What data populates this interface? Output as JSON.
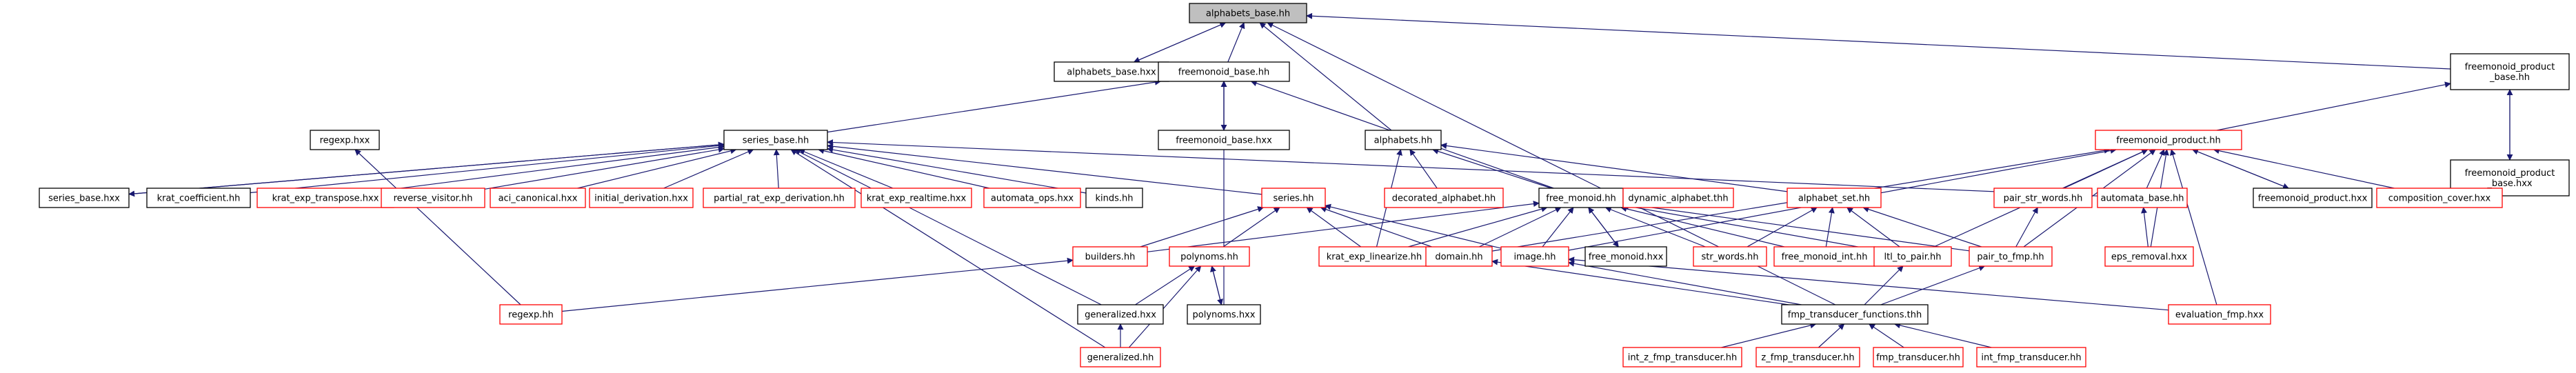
{
  "colors": {
    "background": "#ffffff",
    "edge": "#191970",
    "border_normal": "#000000",
    "border_red": "#ff0000",
    "root_fill": "#bfbfbf"
  },
  "nodes": [
    {
      "id": "alphabets_base_hh",
      "label": "alphabets_base.hh",
      "style": "root"
    },
    {
      "id": "alphabets_base_hxx",
      "label": "alphabets_base.hxx",
      "style": "normal"
    },
    {
      "id": "freemonoid_base_hh",
      "label": "freemonoid_base.hh",
      "style": "normal"
    },
    {
      "id": "freemonoid_product_base_hh",
      "label": "freemonoid_product\n_base.hh",
      "style": "normal"
    },
    {
      "id": "freemonoid_product_base_hxx",
      "label": "freemonoid_product\n_base.hxx",
      "style": "normal"
    },
    {
      "id": "regexp_hxx",
      "label": "regexp.hxx",
      "style": "normal"
    },
    {
      "id": "series_base_hh",
      "label": "series_base.hh",
      "style": "normal"
    },
    {
      "id": "freemonoid_base_hxx",
      "label": "freemonoid_base.hxx",
      "style": "normal"
    },
    {
      "id": "alphabets_hh",
      "label": "alphabets.hh",
      "style": "normal"
    },
    {
      "id": "freemonoid_product_hh",
      "label": "freemonoid_product.hh",
      "style": "red"
    },
    {
      "id": "series_base_hxx",
      "label": "series_base.hxx",
      "style": "normal"
    },
    {
      "id": "krat_coefficient_hh",
      "label": "krat_coefficient.hh",
      "style": "normal"
    },
    {
      "id": "krat_exp_transpose_hxx",
      "label": "krat_exp_transpose.hxx",
      "style": "red"
    },
    {
      "id": "reverse_visitor_hh",
      "label": "reverse_visitor.hh",
      "style": "red"
    },
    {
      "id": "aci_canonical_hxx",
      "label": "aci_canonical.hxx",
      "style": "red"
    },
    {
      "id": "initial_derivation_hxx",
      "label": "initial_derivation.hxx",
      "style": "red"
    },
    {
      "id": "partial_rat_exp_derivation_hh",
      "label": "partial_rat_exp_derivation.hh",
      "style": "red"
    },
    {
      "id": "krat_exp_realtime_hxx",
      "label": "krat_exp_realtime.hxx",
      "style": "red"
    },
    {
      "id": "automata_ops_hxx",
      "label": "automata_ops.hxx",
      "style": "red"
    },
    {
      "id": "kinds_hh",
      "label": "kinds.hh",
      "style": "normal"
    },
    {
      "id": "series_hh",
      "label": "series.hh",
      "style": "red"
    },
    {
      "id": "decorated_alphabet_hh",
      "label": "decorated_alphabet.hh",
      "style": "red"
    },
    {
      "id": "free_monoid_hh",
      "label": "free_monoid.hh",
      "style": "normal"
    },
    {
      "id": "dynamic_alphabet_hh",
      "label": "dynamic_alphabet.thh",
      "style": "red"
    },
    {
      "id": "alphabet_set_hh",
      "label": "alphabet_set.hh",
      "style": "red"
    },
    {
      "id": "pair_str_words_hh",
      "label": "pair_str_words.hh",
      "style": "red"
    },
    {
      "id": "automata_base_hh",
      "label": "automata_base.hh",
      "style": "red"
    },
    {
      "id": "freemonoid_product_hxx",
      "label": "freemonoid_product.hxx",
      "style": "normal"
    },
    {
      "id": "composition_cover_hxx",
      "label": "composition_cover.hxx",
      "style": "red"
    },
    {
      "id": "builders_hh",
      "label": "builders.hh",
      "style": "red"
    },
    {
      "id": "polynoms_hh",
      "label": "polynoms.hh",
      "style": "red"
    },
    {
      "id": "krat_exp_linearize_hh",
      "label": "krat_exp_linearize.hh",
      "style": "red"
    },
    {
      "id": "domain_hh",
      "label": "domain.hh",
      "style": "red"
    },
    {
      "id": "image_hh",
      "label": "image.hh",
      "style": "red"
    },
    {
      "id": "free_monoid_hxx",
      "label": "free_monoid.hxx",
      "style": "normal"
    },
    {
      "id": "str_words_hh",
      "label": "str_words.hh",
      "style": "red"
    },
    {
      "id": "free_monoid_int_hh",
      "label": "free_monoid_int.hh",
      "style": "red"
    },
    {
      "id": "tl_to_pair_hh",
      "label": "ltl_to_pair.hh",
      "style": "red"
    },
    {
      "id": "pair_to_fmp_hh",
      "label": "pair_to_fmp.hh",
      "style": "red"
    },
    {
      "id": "eps_removal_hxx",
      "label": "eps_removal.hxx",
      "style": "red"
    },
    {
      "id": "regexp_hh",
      "label": "regexp.hh",
      "style": "red"
    },
    {
      "id": "generalized_hxx",
      "label": "generalized.hxx",
      "style": "normal"
    },
    {
      "id": "polynoms_hxx",
      "label": "polynoms.hxx",
      "style": "normal"
    },
    {
      "id": "fmp_transducer_functions_thh",
      "label": "fmp_transducer_functions.thh",
      "style": "normal"
    },
    {
      "id": "evaluation_fmp_hxx",
      "label": "evaluation_fmp.hxx",
      "style": "red"
    },
    {
      "id": "generalized_hh",
      "label": "generalized.hh",
      "style": "red"
    },
    {
      "id": "int_z_fmp_transducer_hh",
      "label": "int_z_fmp_transducer.hh",
      "style": "red"
    },
    {
      "id": "z_fmp_transducer_hh",
      "label": "z_fmp_transducer.hh",
      "style": "red"
    },
    {
      "id": "fmp_transducer_hh",
      "label": "fmp_transducer.hh",
      "style": "red"
    },
    {
      "id": "int_fmp_transducer_hh",
      "label": "int_fmp_transducer.hh",
      "style": "red"
    }
  ],
  "edges": [
    [
      "alphabets_base_hxx",
      "alphabets_base_hh"
    ],
    [
      "freemonoid_base_hh",
      "alphabets_base_hh"
    ],
    [
      "alphabets_hh",
      "alphabets_base_hh"
    ],
    [
      "freemonoid_product_base_hh",
      "alphabets_base_hh"
    ],
    [
      "fmp_transducer_functions_thh",
      "alphabets_base_hh"
    ],
    [
      "alphabets_base_hh",
      "alphabets_base_hxx"
    ],
    [
      "freemonoid_base_hxx",
      "freemonoid_base_hh"
    ],
    [
      "series_base_hh",
      "freemonoid_base_hh"
    ],
    [
      "free_monoid_hh",
      "freemonoid_base_hh"
    ],
    [
      "polynoms_hxx",
      "freemonoid_base_hh"
    ],
    [
      "freemonoid_base_hh",
      "freemonoid_base_hxx"
    ],
    [
      "freemonoid_product_base_hxx",
      "freemonoid_product_base_hh"
    ],
    [
      "freemonoid_product_hh",
      "freemonoid_product_base_hh"
    ],
    [
      "freemonoid_product_base_hh",
      "freemonoid_product_base_hxx"
    ],
    [
      "regexp_hh",
      "regexp_hxx"
    ],
    [
      "series_base_hxx",
      "series_base_hh"
    ],
    [
      "krat_coefficient_hh",
      "series_base_hh"
    ],
    [
      "krat_exp_transpose_hxx",
      "series_base_hh"
    ],
    [
      "reverse_visitor_hh",
      "series_base_hh"
    ],
    [
      "aci_canonical_hxx",
      "series_base_hh"
    ],
    [
      "initial_derivation_hxx",
      "series_base_hh"
    ],
    [
      "partial_rat_exp_derivation_hh",
      "series_base_hh"
    ],
    [
      "krat_exp_realtime_hxx",
      "series_base_hh"
    ],
    [
      "automata_ops_hxx",
      "series_base_hh"
    ],
    [
      "kinds_hh",
      "series_base_hh"
    ],
    [
      "series_hh",
      "series_base_hh"
    ],
    [
      "generalized_hxx",
      "series_base_hh"
    ],
    [
      "generalized_hh",
      "series_base_hh"
    ],
    [
      "automata_base_hh",
      "series_base_hh"
    ],
    [
      "series_base_hh",
      "series_base_hxx"
    ],
    [
      "decorated_alphabet_hh",
      "alphabets_hh"
    ],
    [
      "alphabet_set_hh",
      "alphabets_hh"
    ],
    [
      "krat_exp_linearize_hh",
      "alphabets_hh"
    ],
    [
      "free_monoid_hh",
      "alphabets_hh"
    ],
    [
      "pair_str_words_hh",
      "freemonoid_product_hh"
    ],
    [
      "automata_base_hh",
      "freemonoid_product_hh"
    ],
    [
      "freemonoid_product_hxx",
      "freemonoid_product_hh"
    ],
    [
      "composition_cover_hxx",
      "freemonoid_product_hh"
    ],
    [
      "pair_to_fmp_hh",
      "freemonoid_product_hh"
    ],
    [
      "tl_to_pair_hh",
      "freemonoid_product_hh"
    ],
    [
      "domain_hh",
      "freemonoid_product_hh"
    ],
    [
      "image_hh",
      "freemonoid_product_hh"
    ],
    [
      "eps_removal_hxx",
      "freemonoid_product_hh"
    ],
    [
      "evaluation_fmp_hxx",
      "freemonoid_product_hh"
    ],
    [
      "freemonoid_product_hh",
      "freemonoid_product_hxx"
    ],
    [
      "builders_hh",
      "series_hh"
    ],
    [
      "polynoms_hh",
      "series_hh"
    ],
    [
      "krat_exp_linearize_hh",
      "series_hh"
    ],
    [
      "domain_hh",
      "series_hh"
    ],
    [
      "image_hh",
      "series_hh"
    ],
    [
      "builders_hh",
      "free_monoid_hh"
    ],
    [
      "krat_exp_linearize_hh",
      "free_monoid_hh"
    ],
    [
      "domain_hh",
      "free_monoid_hh"
    ],
    [
      "image_hh",
      "free_monoid_hh"
    ],
    [
      "free_monoid_hxx",
      "free_monoid_hh"
    ],
    [
      "str_words_hh",
      "free_monoid_hh"
    ],
    [
      "free_monoid_int_hh",
      "free_monoid_hh"
    ],
    [
      "tl_to_pair_hh",
      "free_monoid_hh"
    ],
    [
      "pair_to_fmp_hh",
      "free_monoid_hh"
    ],
    [
      "free_monoid_hh",
      "free_monoid_hxx"
    ],
    [
      "str_words_hh",
      "alphabet_set_hh"
    ],
    [
      "free_monoid_int_hh",
      "alphabet_set_hh"
    ],
    [
      "tl_to_pair_hh",
      "alphabet_set_hh"
    ],
    [
      "pair_to_fmp_hh",
      "alphabet_set_hh"
    ],
    [
      "pair_to_fmp_hh",
      "pair_str_words_hh"
    ],
    [
      "eps_removal_hxx",
      "automata_base_hh"
    ],
    [
      "generalized_hxx",
      "polynoms_hh"
    ],
    [
      "polynoms_hxx",
      "polynoms_hh"
    ],
    [
      "generalized_hh",
      "polynoms_hh"
    ],
    [
      "polynoms_hh",
      "polynoms_hxx"
    ],
    [
      "regexp_hh",
      "builders_hh"
    ],
    [
      "generalized_hh",
      "generalized_hxx"
    ],
    [
      "fmp_transducer_functions_thh",
      "domain_hh"
    ],
    [
      "fmp_transducer_functions_thh",
      "image_hh"
    ],
    [
      "fmp_transducer_functions_thh",
      "tl_to_pair_hh"
    ],
    [
      "fmp_transducer_functions_thh",
      "pair_to_fmp_hh"
    ],
    [
      "evaluation_fmp_hxx",
      "image_hh"
    ],
    [
      "int_z_fmp_transducer_hh",
      "fmp_transducer_functions_thh"
    ],
    [
      "z_fmp_transducer_hh",
      "fmp_transducer_functions_thh"
    ],
    [
      "fmp_transducer_hh",
      "fmp_transducer_functions_thh"
    ],
    [
      "int_fmp_transducer_hh",
      "fmp_transducer_functions_thh"
    ]
  ]
}
